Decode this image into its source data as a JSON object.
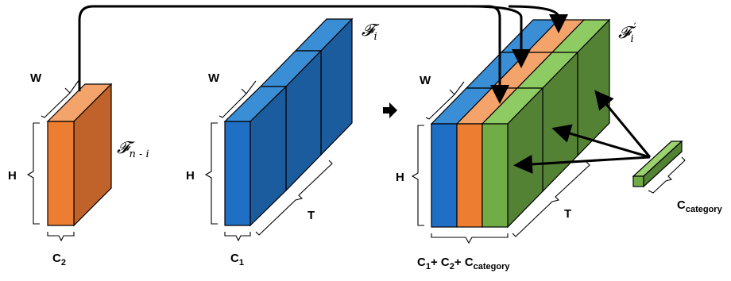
{
  "diagram": {
    "tensor_a": {
      "symbol": "𝓕",
      "subscript": "n - i",
      "width_label": "W",
      "height_label": "H",
      "channel_label": "C",
      "channel_sub": "2",
      "colors": {
        "front": "#ED7D31",
        "side": "#C0632A",
        "top": "#F4A46B"
      }
    },
    "tensor_b": {
      "symbol": "𝓕",
      "subscript": "i",
      "width_label": "W",
      "height_label": "H",
      "time_label": "T",
      "channel_label": "C",
      "channel_sub": "1",
      "colors": {
        "front": "#1F6FC5",
        "side": "#1B5C9E",
        "top": "#3A8ED6"
      }
    },
    "transition_icon": "right-arrow-icon",
    "tensor_out": {
      "symbol": "𝓕",
      "subscript": "i",
      "prime": "′",
      "width_label": "W",
      "height_label": "H",
      "time_label": "T",
      "channel_parts": [
        {
          "label": "C",
          "sub": "1"
        },
        {
          "label": "C",
          "sub": "2"
        },
        {
          "label": "C",
          "sub": "category"
        }
      ],
      "channel_join": "+ ",
      "colors": {
        "green_front": "#70AD47",
        "green_side": "#548235",
        "green_top": "#8FCB63"
      }
    },
    "category_vector": {
      "label": "C",
      "sub": "category",
      "colors": {
        "front": "#70AD47",
        "side": "#548235",
        "top": "#9BD26E"
      }
    }
  }
}
